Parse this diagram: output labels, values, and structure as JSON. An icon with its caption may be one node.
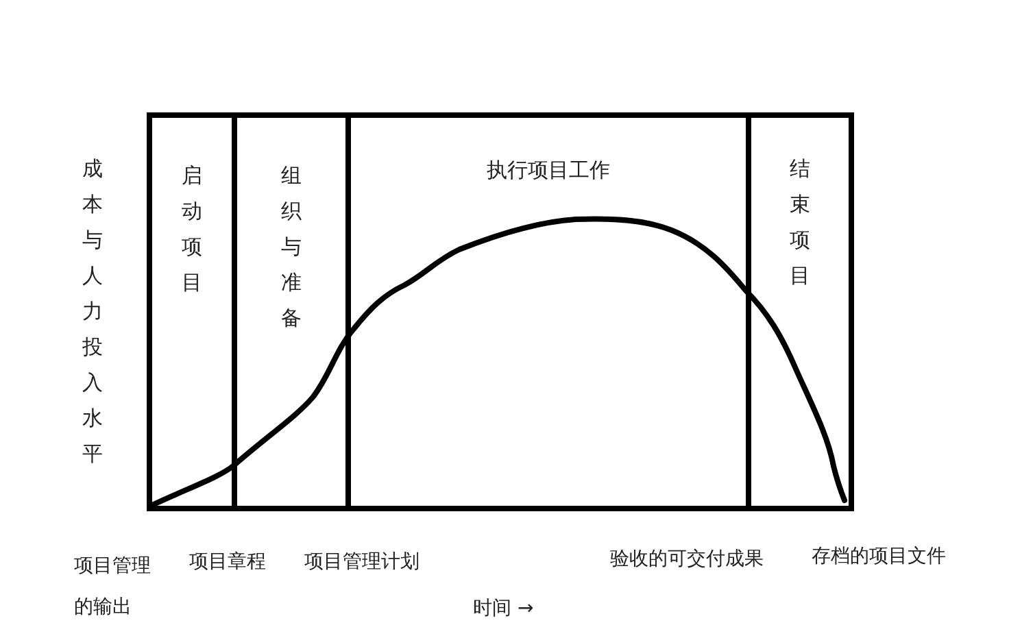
{
  "diagram": {
    "nodes": [
      {
        "text": [
          "启动项目"
        ]
      },
      {
        "text": [
          "组织与准备"
        ]
      },
      {
        "text": [
          "执行项目工作"
        ]
      },
      {
        "text": [
          "结束项目"
        ]
      }
    ],
    "labels": [
      "成本与人力投入水平",
      "项目管理的输出",
      "项目章程",
      "项目管理计划",
      "验收的可交付成果",
      "存档的项目文件",
      "时间 →"
    ]
  }
}
